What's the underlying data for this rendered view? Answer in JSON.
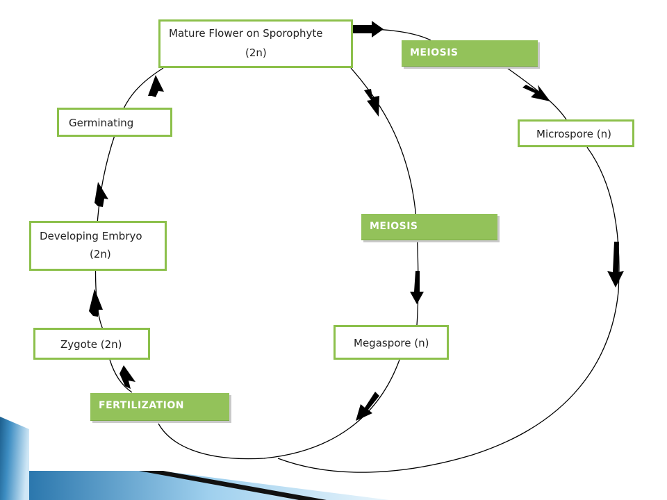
{
  "nodes": {
    "mature_flower": {
      "line1": "Mature Flower on Sporophyte",
      "line2": "(2n)"
    },
    "germinating": {
      "line1": "Germinating"
    },
    "developing_embryo": {
      "line1": "Developing Embryo",
      "line2": "(2n)"
    },
    "zygote": {
      "line1": "Zygote (2n)"
    },
    "microspore": {
      "line1": "Microspore (n)"
    },
    "megaspore": {
      "line1": "Megaspore (n)"
    }
  },
  "tags": {
    "meiosis_top": "MEIOSIS",
    "meiosis_mid": "MEIOSIS",
    "fertilization": "FERTILIZATION"
  },
  "colors": {
    "box_border": "#8cc04b",
    "tag_fill": "#93c25a",
    "arrow": "#000000",
    "slide_corner_dark": "#1d5f8d",
    "slide_corner_light": "#5aa9d6"
  }
}
